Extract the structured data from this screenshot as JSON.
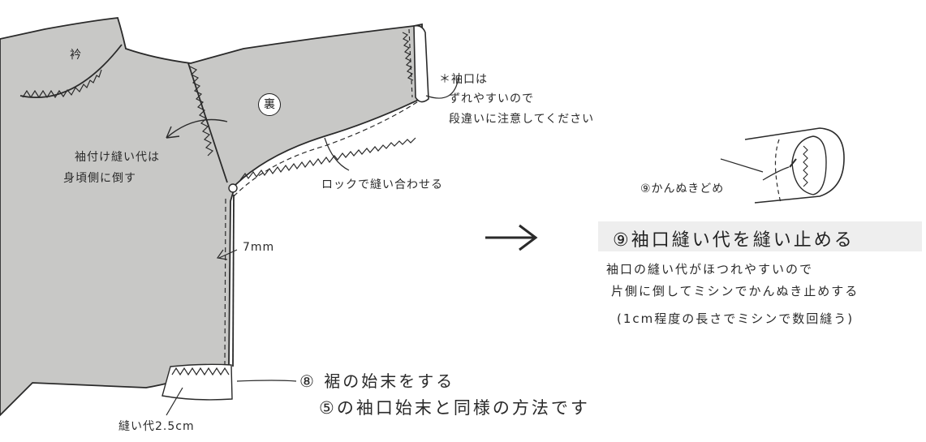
{
  "labels": {
    "collar": "衿",
    "back_side": "裏",
    "cuff_note_1": "＊袖口は",
    "cuff_note_2": "ずれやすいので",
    "cuff_note_3": "段違いに注意してください",
    "sleeve_allowance_1": "袖付け縫い代は",
    "sleeve_allowance_2": "身頃側に倒す",
    "lock_sew": "ロックで縫い合わせる",
    "seam_7mm": "7mm",
    "tack_stop": "⑨かんぬきどめ",
    "step9_title": "⑨袖口縫い代を縫い止める",
    "step9_desc_1": "袖口の縫い代がほつれやすいので",
    "step9_desc_2": "片側に倒してミシンでかんぬき止めする",
    "step9_desc_3": "(1cm程度の長さでミシンで数回縫う)",
    "step8_title": "⑧ 裾の始末をする",
    "step8_desc": "⑤の袖口始末と同様の方法です",
    "hem_allowance": "縫い代2.5cm"
  },
  "colors": {
    "fabric": "#c8c8c6",
    "line": "#2a2a2a",
    "banner": "#eeeeee"
  }
}
